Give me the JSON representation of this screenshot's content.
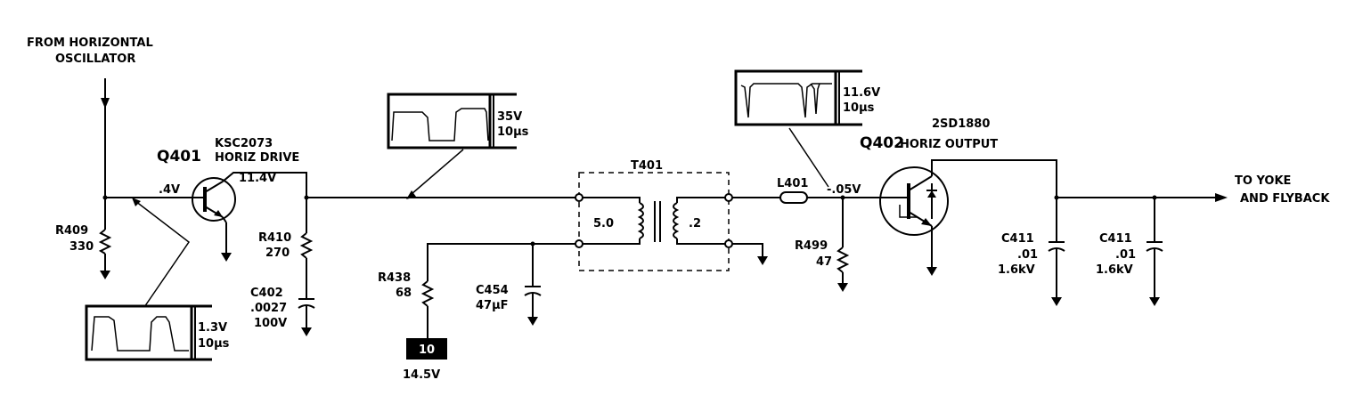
{
  "input": {
    "line1": "FROM HORIZONTAL",
    "line2": "OSCILLATOR"
  },
  "output": {
    "line1": "TO YOKE",
    "line2": "AND FLYBACK"
  },
  "q401": {
    "ref": "Q401",
    "part": "KSC2073",
    "function": "HORIZ DRIVE",
    "base_v": ".4V",
    "collector_v": "11.4V"
  },
  "q402": {
    "ref": "Q402",
    "part": "2SD1880",
    "function": "HORIZ OUTPUT",
    "base_v": "-.05V"
  },
  "r409": {
    "ref": "R409",
    "value": "330"
  },
  "r410": {
    "ref": "R410",
    "value": "270"
  },
  "c402": {
    "ref": "C402",
    "value": ".0027",
    "rating": "100V"
  },
  "r438": {
    "ref": "R438",
    "value": "68"
  },
  "c454": {
    "ref": "C454",
    "value": "47µF"
  },
  "t401": {
    "ref": "T401",
    "primary": "5.0",
    "secondary": ".2"
  },
  "l401": {
    "ref": "L401"
  },
  "r499": {
    "ref": "R499",
    "value": "47"
  },
  "c411a": {
    "ref": "C411",
    "value": ".01",
    "rating": "1.6kV"
  },
  "c411b": {
    "ref": "C411",
    "value": ".01",
    "rating": "1.6kV"
  },
  "supply": {
    "pin": "10",
    "voltage": "14.5V"
  },
  "scopes": {
    "q401_base": {
      "volts": "1.3V",
      "time": "10µs"
    },
    "q401_collector": {
      "volts": "35V",
      "time": "10µs"
    },
    "q402_base": {
      "volts": "11.6V",
      "time": "10µs"
    }
  }
}
